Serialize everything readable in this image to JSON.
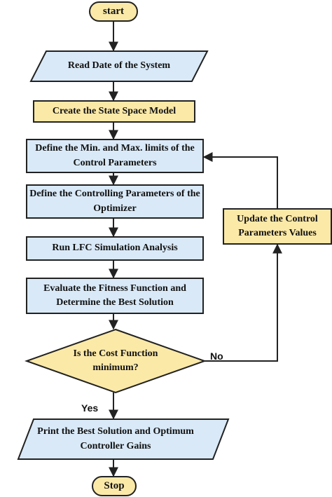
{
  "colors": {
    "process_fill": "#d9e9f7",
    "highlight_fill": "#fbe9a8",
    "stroke": "#222222"
  },
  "nodes": {
    "start": "start",
    "read": "Read Date of the System",
    "model": "Create the State Space Model",
    "limits": "Define the Min. and Max. limits of the Control Parameters",
    "params": "Define the Controlling Parameters of the Optimizer",
    "run": "Run LFC Simulation Analysis",
    "evaluate": "Evaluate the Fitness Function and Determine the Best Solution",
    "decision": "Is the Cost Function minimum?",
    "update": "Update the Control Parameters Values",
    "print": "Print the Best Solution and Optimum Controller Gains",
    "stop": "Stop"
  },
  "edges": {
    "yes": "Yes",
    "no": "No"
  }
}
